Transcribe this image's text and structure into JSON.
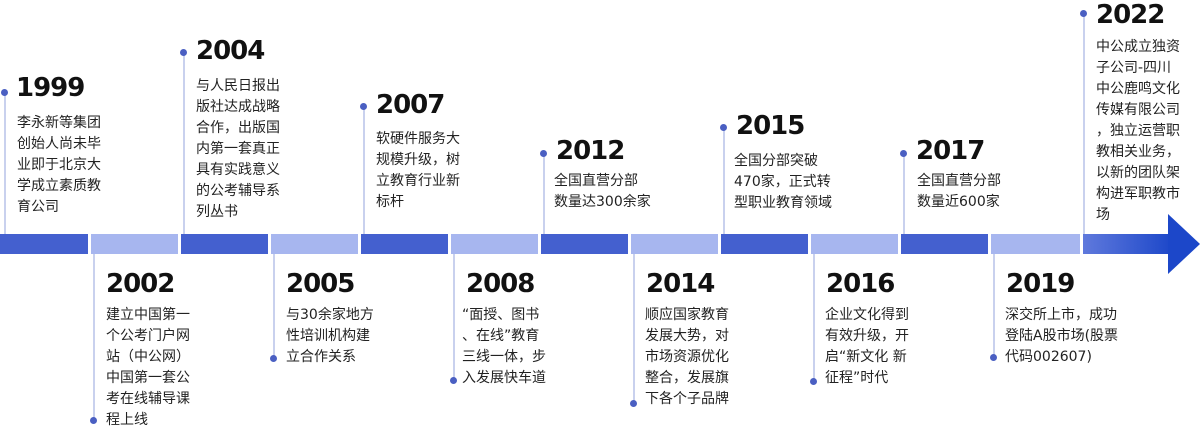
{
  "milestones": [
    {
      "year": "1999",
      "text": "李永新等集团\n创始人尚未毕\n业即于北京大\n学成立素质教\n育公司"
    },
    {
      "year": "2002",
      "text": "建立中国第一\n个公考门户网\n站（中公网）\n中国第一套公\n考在线辅导课\n程上线"
    },
    {
      "year": "2004",
      "text": "与人民日报出\n版社达成战略\n合作，出版国\n内第一套真正\n具有实践意义\n的公考辅导系\n列丛书"
    },
    {
      "year": "2005",
      "text": "与30余家地方\n性培训机构建\n立合作关系"
    },
    {
      "year": "2007",
      "text": "软硬件服务大\n规模升级，树\n立教育行业新\n标杆"
    },
    {
      "year": "2008",
      "text": "“面授、图书\n、在线”教育\n三线一体，步\n入发展快车道"
    },
    {
      "year": "2012",
      "text": "全国直营分部\n数量达300余家"
    },
    {
      "year": "2014",
      "text": "顺应国家教育\n发展大势，对\n市场资源优化\n整合，发展旗\n下各个子品牌"
    },
    {
      "year": "2015",
      "text": "全国分部突破\n470家，正式转\n型职业教育领域"
    },
    {
      "year": "2016",
      "text": "企业文化得到\n有效升级，开\n启“新文化 新\n征程”时代"
    },
    {
      "year": "2017",
      "text": "全国直营分部\n数量近600家"
    },
    {
      "year": "2019",
      "text": "深交所上市，成功\n登陆A股市场(股票\n代码002607)"
    },
    {
      "year": "2022",
      "text": "中公成立独资\n子公司-四川\n中公鹿鸣文化\n传媒有限公司\n，独立运营职\n教相关业务，\n以新的团队架\n构进军职教市\n场"
    }
  ],
  "colors": {
    "dark": "#4460cf",
    "light": "#a7b6ef",
    "arrow": "#1c47c9",
    "dot": "#4a5fc2"
  }
}
